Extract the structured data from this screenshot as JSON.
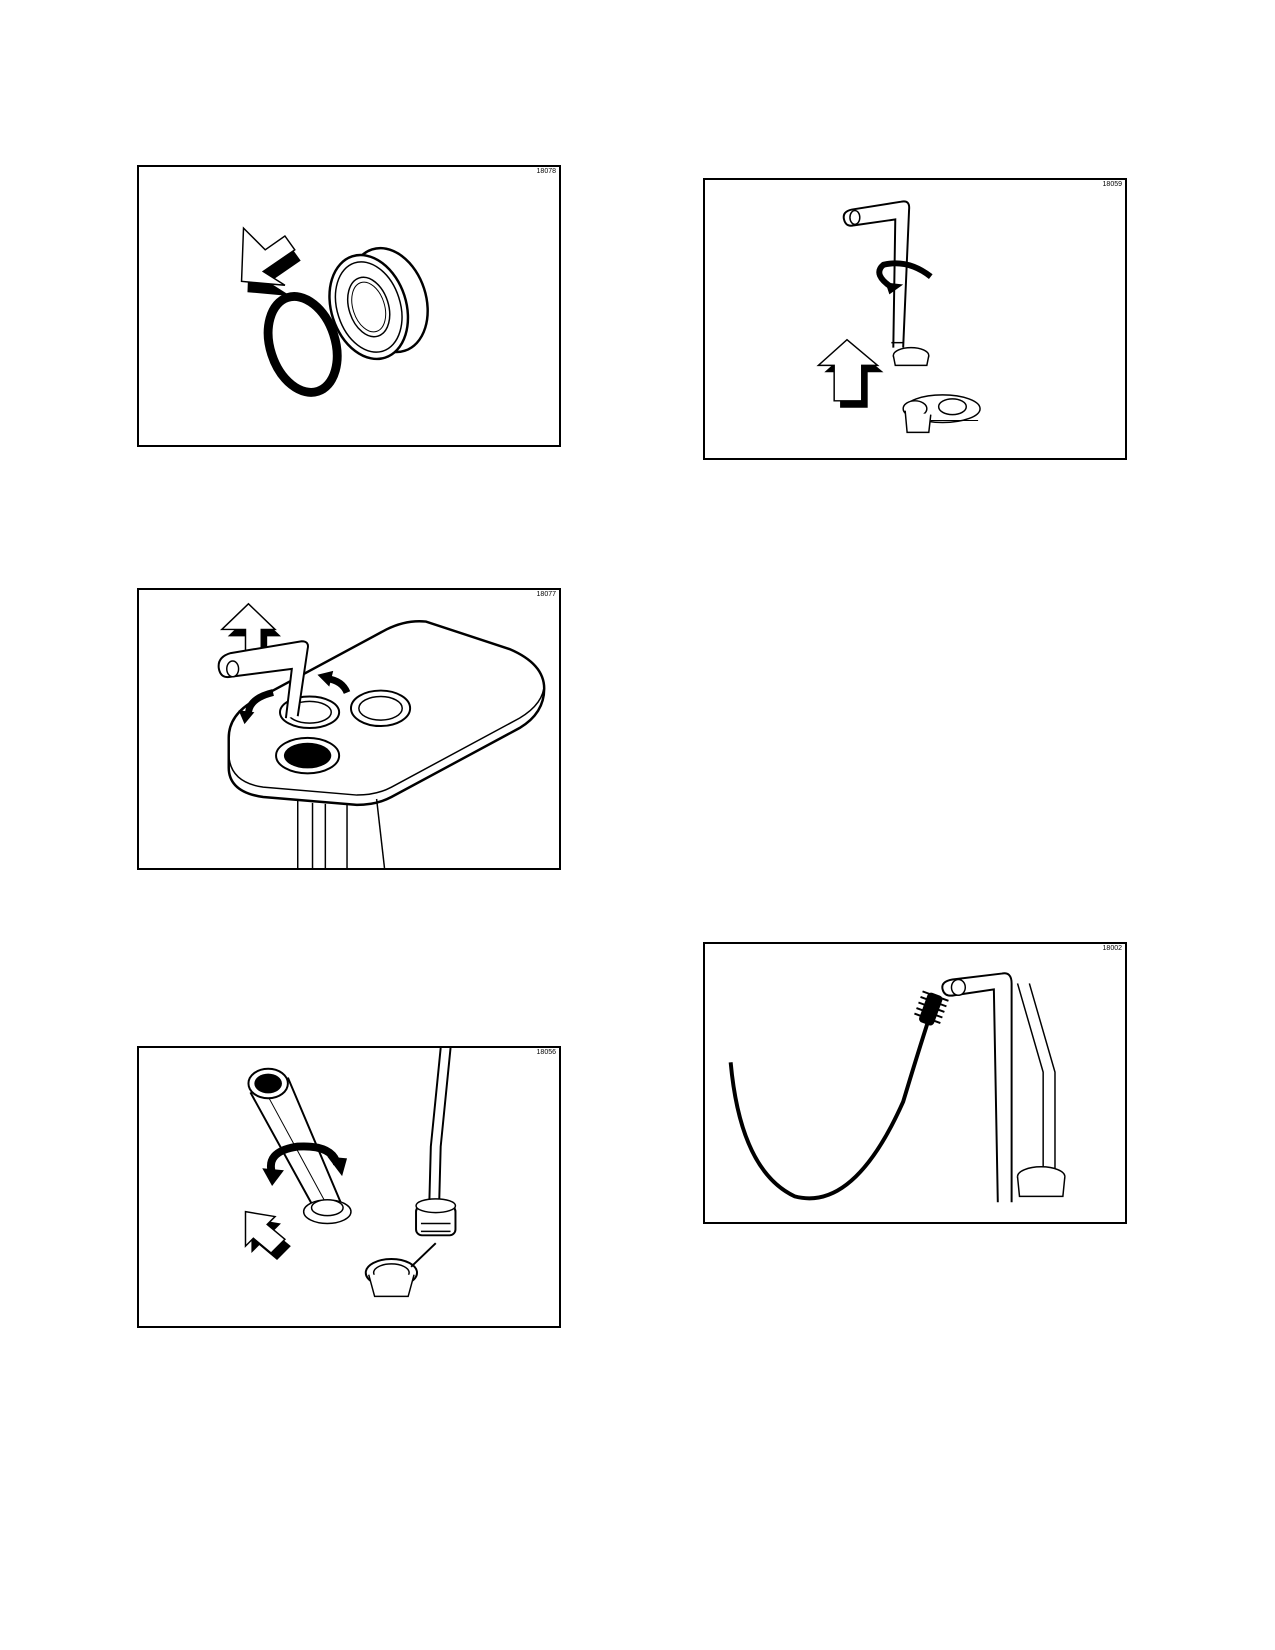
{
  "figures": [
    {
      "id": "18078",
      "label": "18078"
    },
    {
      "id": "18077",
      "label": "18077"
    },
    {
      "id": "18056",
      "label": "18056"
    },
    {
      "id": "18059",
      "label": "18059"
    },
    {
      "id": "18002",
      "label": "18002"
    }
  ]
}
